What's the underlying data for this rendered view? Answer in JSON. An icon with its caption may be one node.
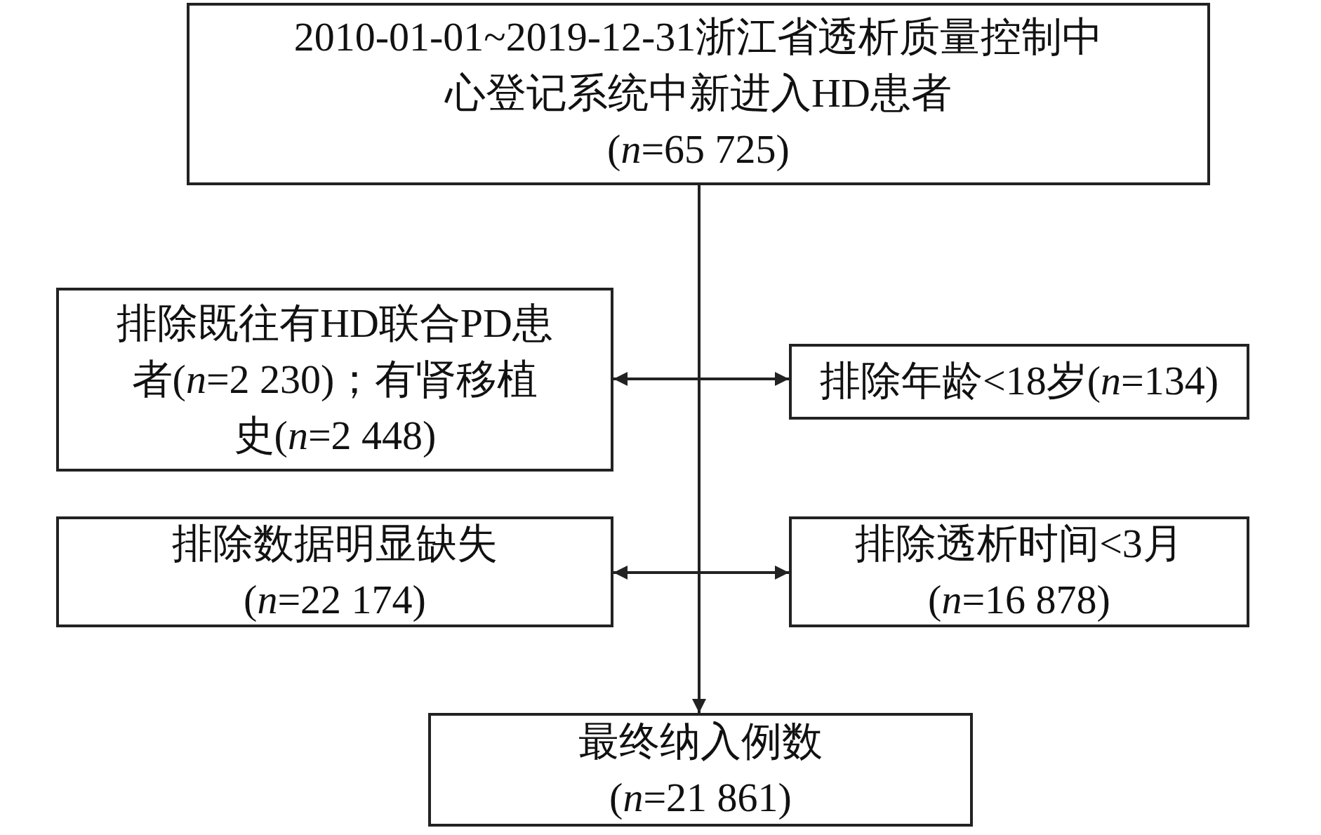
{
  "diagram": {
    "nodes": [
      {
        "text": [
          "2010-01-01~2019-12-31浙江省透析质量控制中心登记系统中新进入HD患者",
          "(*n*=65 725)"
        ]
      },
      {
        "text": [
          "排除既往有HD联合PD患者(*n*=2 230)；有肾移植史(*n*=2 448)"
        ]
      },
      {
        "text": [
          "排除年龄<18岁(*n*=134)"
        ]
      },
      {
        "text": [
          "排除数据明显缺失",
          "(*n*=22 174)"
        ]
      },
      {
        "text": [
          "排除透析时间<3月",
          "(*n*=16 878)"
        ]
      },
      {
        "text": [
          "最终纳入例数",
          "(*n*=21 861)"
        ]
      }
    ],
    "edges": [
      {
        "from": 0,
        "to": 5,
        "arrow": "to"
      },
      {
        "from": null,
        "to": 1,
        "arrow": "to"
      },
      {
        "from": null,
        "to": 2,
        "arrow": "to"
      },
      {
        "from": null,
        "to": 3,
        "arrow": "to"
      },
      {
        "from": null,
        "to": 4,
        "arrow": "to"
      }
    ]
  }
}
